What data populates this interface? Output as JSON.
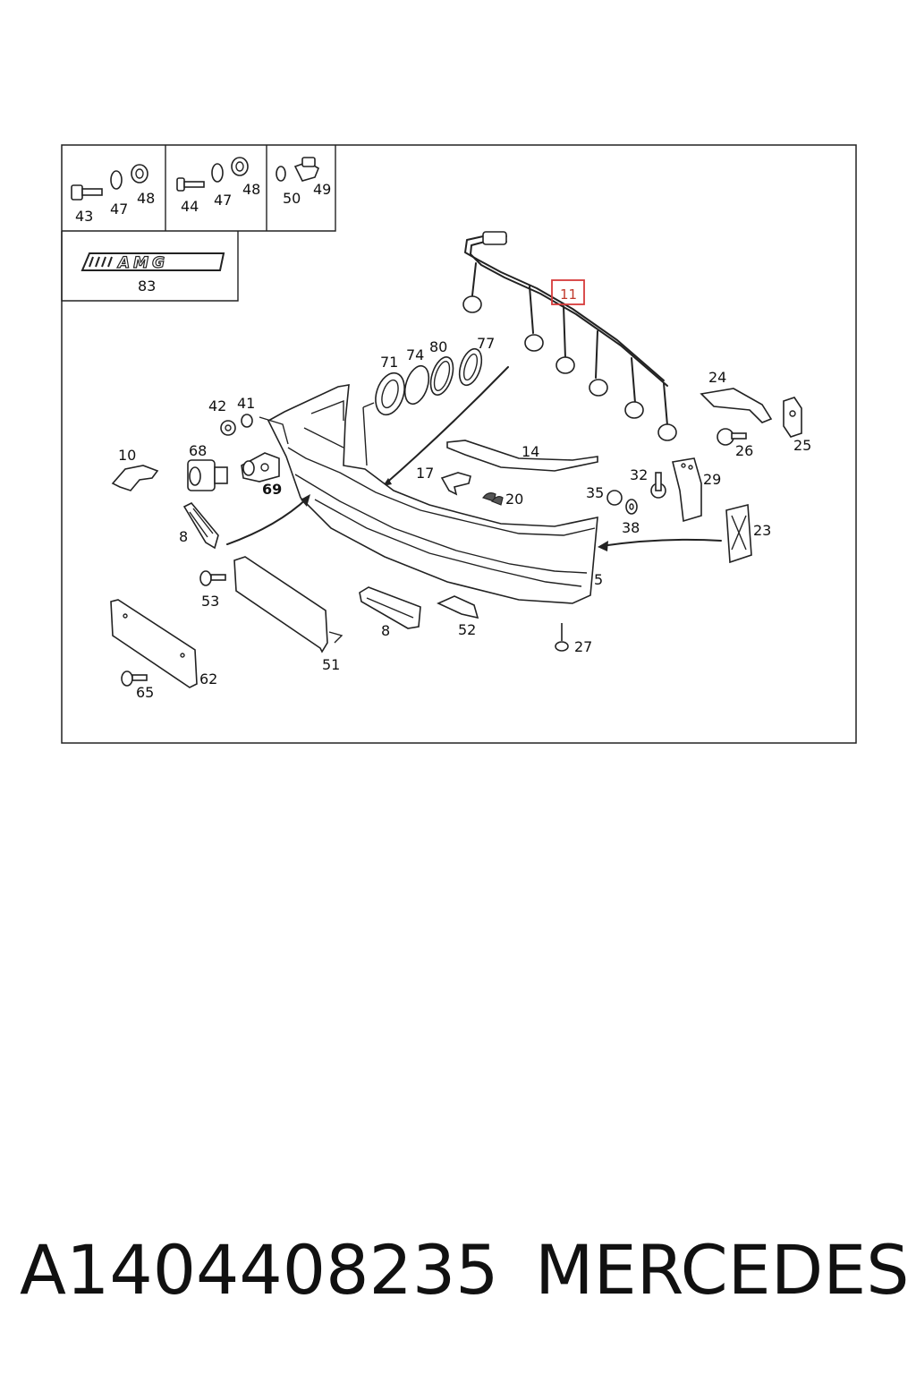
{
  "labels": {
    "l43": "43",
    "l47a": "47",
    "l48a": "48",
    "l44": "44",
    "l47b": "47",
    "l48b": "48",
    "l50": "50",
    "l49": "49",
    "l83": "83",
    "l11": "11",
    "l71": "71",
    "l74": "74",
    "l80": "80",
    "l77": "77",
    "l24": "24",
    "l42": "42",
    "l41": "41",
    "l10": "10",
    "l68": "68",
    "l69": "69",
    "l14": "14",
    "l26": "26",
    "l25": "25",
    "l17": "17",
    "l20": "20",
    "l32": "32",
    "l29": "29",
    "l35": "35",
    "l38": "38",
    "l23": "23",
    "l8a": "8",
    "l5": "5",
    "l53": "53",
    "l8b": "8",
    "l52": "52",
    "l27": "27",
    "l51": "51",
    "l62": "62",
    "l65": "65"
  },
  "emblem_text": "AMG",
  "highlight_color": "#d63a3a",
  "footer": {
    "part_number": "A1404408235",
    "brand": "MERCEDES"
  }
}
